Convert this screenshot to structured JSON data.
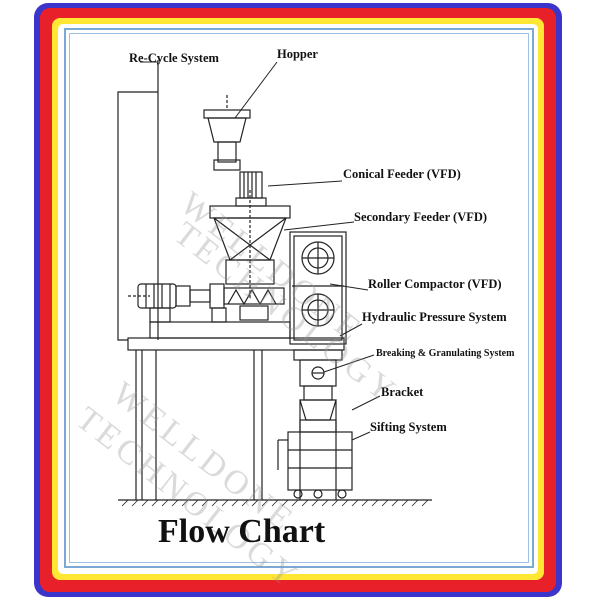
{
  "colors": {
    "outer_frame": "#3b36c9",
    "red_frame": "#e8202a",
    "yellow_frame": "#ffe733",
    "panel_border": "#79a9d4",
    "line": "#222222",
    "watermark": "#999999"
  },
  "diagram": {
    "labels": {
      "recycle_system": "Re-Cycle System",
      "hopper": "Hopper",
      "conical_feeder": "Conical Feeder (VFD)",
      "secondary_feeder": "Secondary Feeder (VFD)",
      "roller_compactor": "Roller Compactor (VFD)",
      "hydraulic_pressure": "Hydraulic Pressure System",
      "breaking_granulating": "Breaking & Granulating System",
      "bracket": "Bracket",
      "sifting_system": "Sifting System"
    },
    "title": "Flow Chart",
    "watermark": {
      "line1": "WELLDONE",
      "line2": "TECHNOLOGY"
    }
  }
}
